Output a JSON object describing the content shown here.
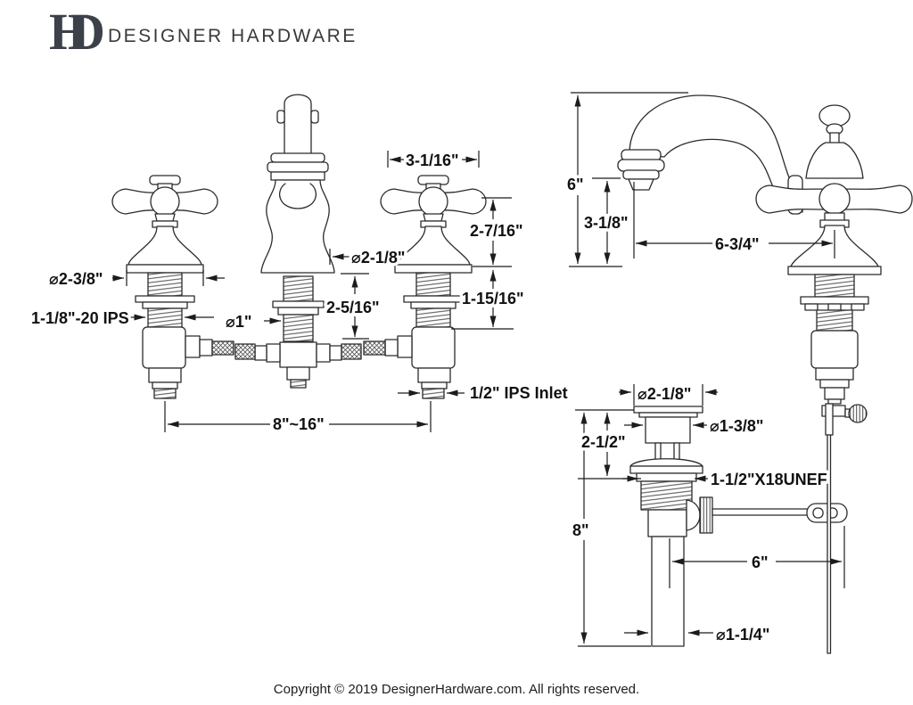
{
  "header": {
    "logo": {
      "letter_h": "H",
      "letter_d": "D"
    },
    "brand": "DESIGNER HARDWARE"
  },
  "diagram": {
    "front_view": {
      "labels": {
        "handle_base_diameter": "⌀2-3/8\"",
        "shank_thread": "1-1/8\"-20 IPS",
        "center_shank_diameter": "⌀1\"",
        "spout_base_diameter": "⌀2-1/8\"",
        "spout_base_height": "2-5/16\"",
        "handle_width": "3-1/16\"",
        "handle_height": "2-7/16\"",
        "shank_length": "1-15/16\"",
        "inlet": "1/2\" IPS Inlet",
        "spread": "8\"~16\""
      }
    },
    "side_view": {
      "labels": {
        "overall_height": "6\"",
        "spout_height": "3-1/8\"",
        "spout_reach": "6-3/4\""
      }
    },
    "drain_view": {
      "labels": {
        "flange_diameter": "⌀2-1/8\"",
        "stopper_diameter": "⌀1-3/8\"",
        "top_height": "2-1/2\"",
        "thread_spec": "1-1/2\"X18UNEF",
        "overall_length": "8\"",
        "rod_length": "6\"",
        "tailpiece_diameter": "⌀1-1/4\""
      }
    }
  },
  "footer": {
    "copyright": "Copyright © 2019 DesignerHardware.com. All rights reserved."
  },
  "colors": {
    "line": "#2b2b2b",
    "dimension": "#1c1c1c",
    "logo": "#3c4149",
    "text": "#111111",
    "background": "#ffffff"
  }
}
